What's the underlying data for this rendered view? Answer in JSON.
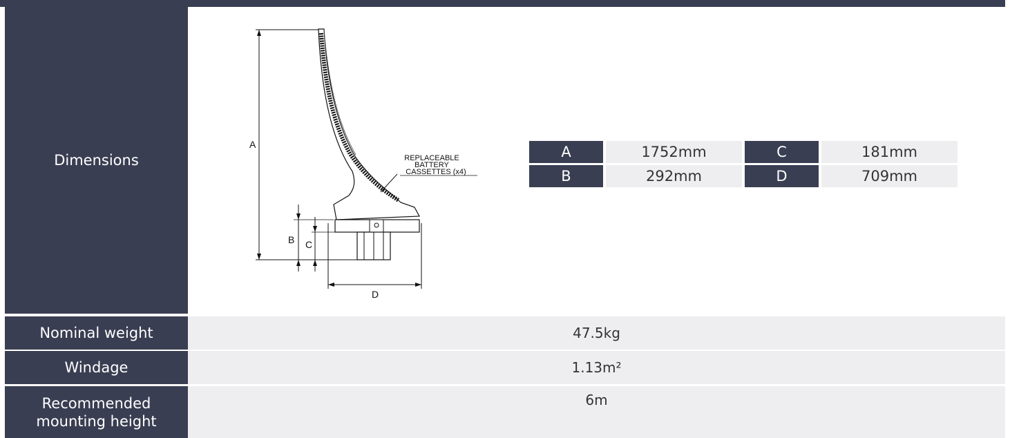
{
  "rows": {
    "dimensions": {
      "label": "Dimensions"
    },
    "weight": {
      "label": "Nominal weight",
      "value": "47.5kg"
    },
    "windage": {
      "label": "Windage",
      "value": "1.13m²"
    },
    "mounting": {
      "label": "Recommended mounting height",
      "value": "6m"
    }
  },
  "dimension_table": [
    {
      "key": "A",
      "value": "1752mm",
      "key2": "C",
      "value2": "181mm"
    },
    {
      "key": "B",
      "value": "292mm",
      "key2": "D",
      "value2": "709mm"
    }
  ],
  "drawing": {
    "labels": {
      "a": "A",
      "b": "B",
      "c": "C",
      "d": "D"
    },
    "callout": [
      "REPLACEABLE",
      "BATTERY",
      "CASSETTES (x4)"
    ]
  },
  "colors": {
    "label_bg": "#3a3e52",
    "value_bg": "#eeeef0"
  }
}
